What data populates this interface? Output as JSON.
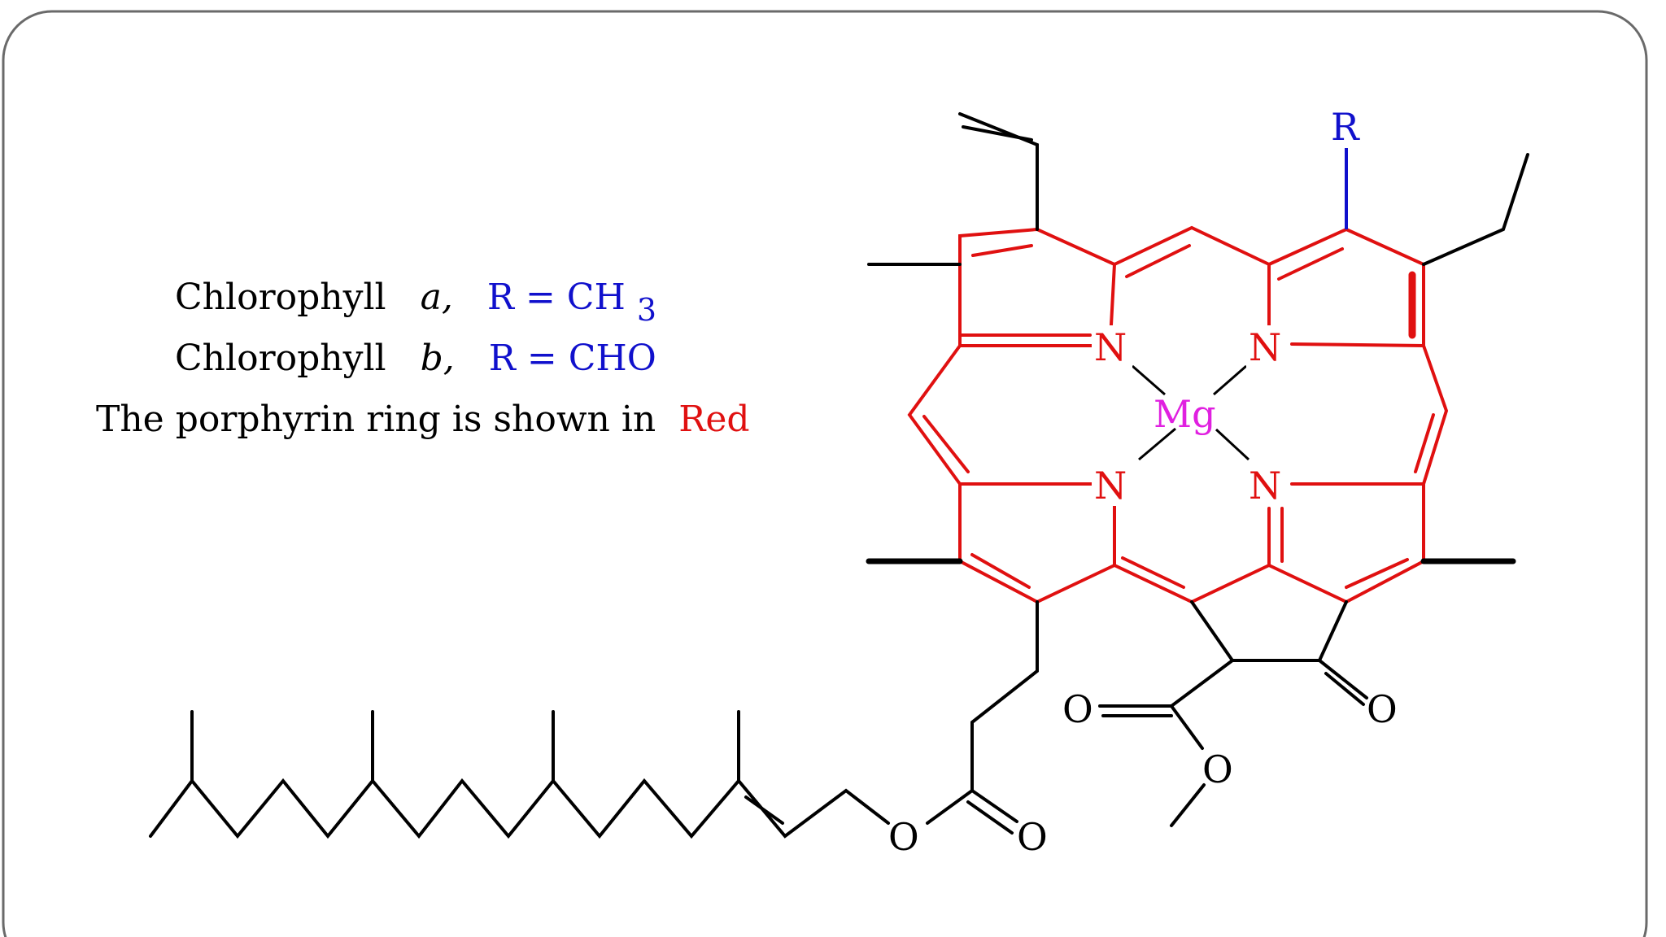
{
  "caption": {
    "line1": {
      "name": "Chlorophyll",
      "variant": "a,",
      "formula": "R = CH",
      "subscript": "3"
    },
    "line2": {
      "name": "Chlorophyll",
      "variant": "b,",
      "formula": "R = CHO"
    },
    "line3": {
      "prefix": "The porphyrin ring is shown in",
      "highlight": "Red"
    }
  },
  "atoms": {
    "r_group": "R",
    "metal": "Mg",
    "nitrogen": "N",
    "oxygen": "O"
  },
  "colors": {
    "ring": "#e01010",
    "r_group": "#1010cc",
    "metal": "#e020e0",
    "bonds": "#000000",
    "text": "#000000",
    "frame": "#6a6a6a"
  }
}
